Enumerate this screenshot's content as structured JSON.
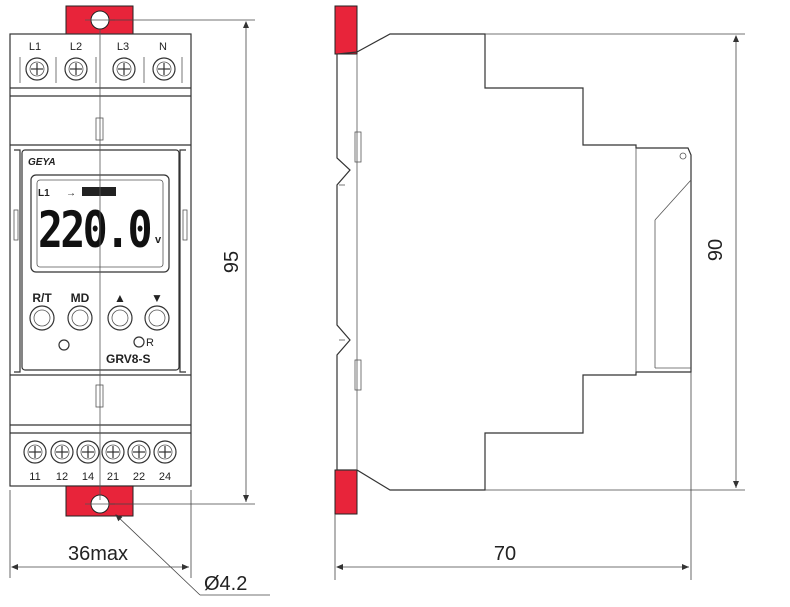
{
  "terminals_top": [
    "L1",
    "L2",
    "L3",
    "N"
  ],
  "terminals_bottom": [
    "11",
    "12",
    "14",
    "21",
    "22",
    "24"
  ],
  "brand": "GEYA",
  "display": {
    "channel": "L1",
    "arrow": "→",
    "reading": "220.0",
    "unit": "v"
  },
  "buttons": [
    {
      "label": "R/T"
    },
    {
      "label": "MD"
    },
    {
      "label": "▲"
    },
    {
      "label": "▼"
    }
  ],
  "indicator_r": "R",
  "model": "GRV8-S",
  "dimensions": {
    "height_total": "95",
    "width": "36max",
    "hole": "Ø4.2",
    "depth": "70",
    "height_body": "90"
  },
  "colors": {
    "mount_clip": "#e8243a",
    "outline": "#333333"
  }
}
